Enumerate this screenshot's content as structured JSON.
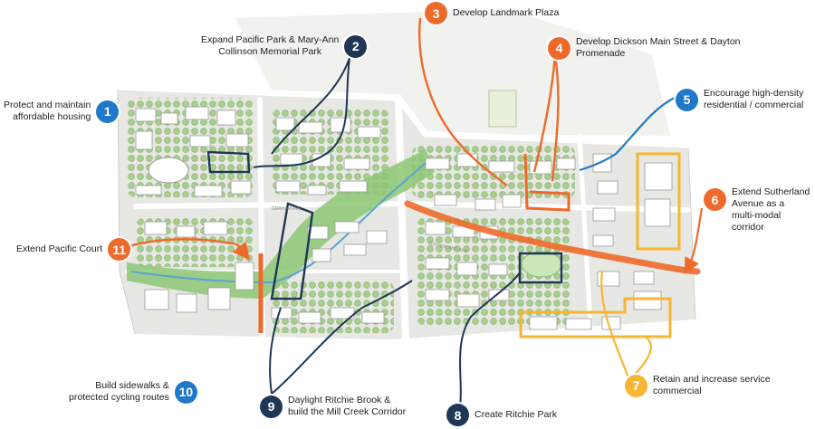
{
  "colors": {
    "dark_navy": "#1f3655",
    "blue": "#1f78c8",
    "orange": "#ee6a2a",
    "yellow": "#f5b733",
    "map_ground": "#e9e9e6",
    "green_corridor": "#7bbf6a"
  },
  "street_labels": [
    "SUTHERLAND AVE",
    "GRAHAM AVE"
  ],
  "callouts": [
    {
      "num": "1",
      "color": "blue",
      "lines": [
        "Protect and maintain",
        "affordable housing"
      ]
    },
    {
      "num": "2",
      "color": "dark_navy",
      "lines": [
        "Expand Pacific Park & Mary-Ann",
        "Collinson Memorial Park"
      ]
    },
    {
      "num": "3",
      "color": "orange",
      "lines": [
        "Develop Landmark Plaza"
      ]
    },
    {
      "num": "4",
      "color": "orange",
      "lines": [
        "Develop Dickson Main Street & Dayton",
        "Promenade"
      ]
    },
    {
      "num": "5",
      "color": "blue",
      "lines": [
        "Encourage high-density",
        "residential / commercial"
      ]
    },
    {
      "num": "6",
      "color": "orange",
      "lines": [
        "Extend Sutherland",
        "Avenue as a",
        "multi-modal",
        "corridor"
      ]
    },
    {
      "num": "7",
      "color": "yellow",
      "lines": [
        "Retain and increase service",
        "commercial"
      ]
    },
    {
      "num": "8",
      "color": "dark_navy",
      "lines": [
        "Create Ritchie Park"
      ]
    },
    {
      "num": "9",
      "color": "dark_navy",
      "lines": [
        "Daylight Ritchie Brook &",
        "build the Mill Creek Corridor"
      ]
    },
    {
      "num": "10",
      "color": "blue",
      "lines": [
        "Build sidewalks &",
        "protected cycling routes"
      ]
    },
    {
      "num": "11",
      "color": "orange",
      "lines": [
        "Extend Pacific Court"
      ]
    }
  ]
}
